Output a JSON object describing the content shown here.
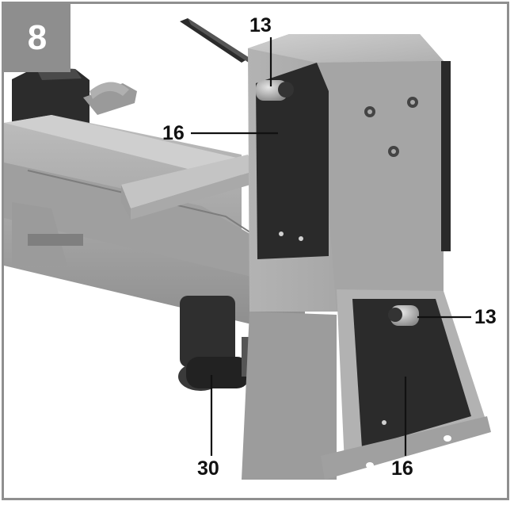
{
  "figure": {
    "number": "8"
  },
  "callouts": {
    "top_13": "13",
    "right_13": "13",
    "left_16": "16",
    "bottom_16": "16",
    "bottom_30": "30"
  },
  "colors": {
    "frame": "#8f8f8f",
    "badge": "#8e8e8e",
    "metal": "#a9a9a9",
    "plate": "#2a2a2a"
  }
}
